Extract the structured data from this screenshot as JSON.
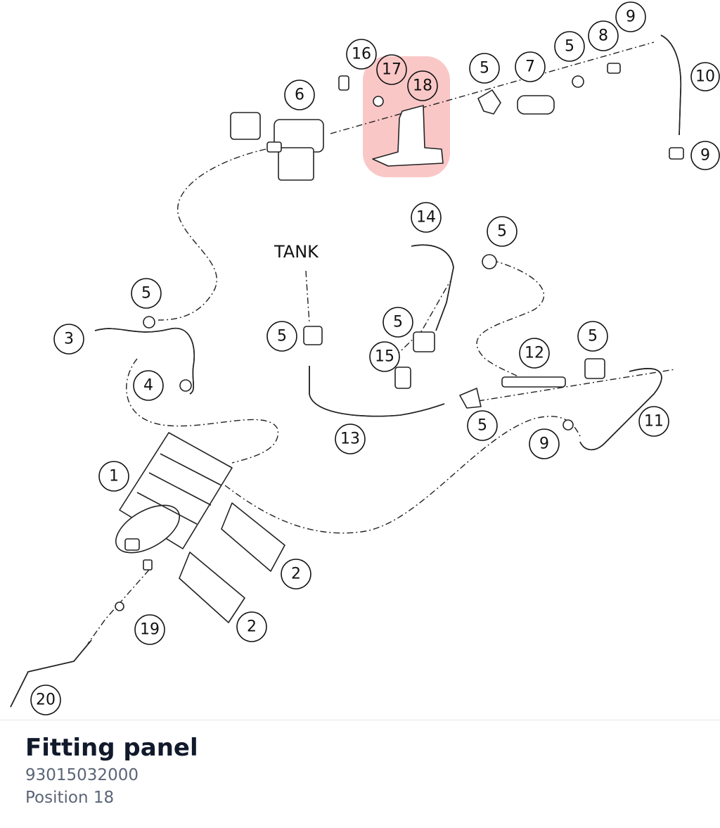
{
  "diagram": {
    "label_tank": "TANK",
    "highlight_color": "#f8b4b4",
    "callouts": [
      "1",
      "2",
      "2",
      "3",
      "4",
      "5",
      "5",
      "5",
      "5",
      "5",
      "5",
      "5",
      "5",
      "6",
      "7",
      "8",
      "9",
      "9",
      "9",
      "10",
      "11",
      "12",
      "13",
      "14",
      "15",
      "16",
      "17",
      "18",
      "19",
      "20"
    ]
  },
  "caption": {
    "title": "Fitting panel",
    "part_number": "93015032000",
    "position": "Position 18"
  }
}
